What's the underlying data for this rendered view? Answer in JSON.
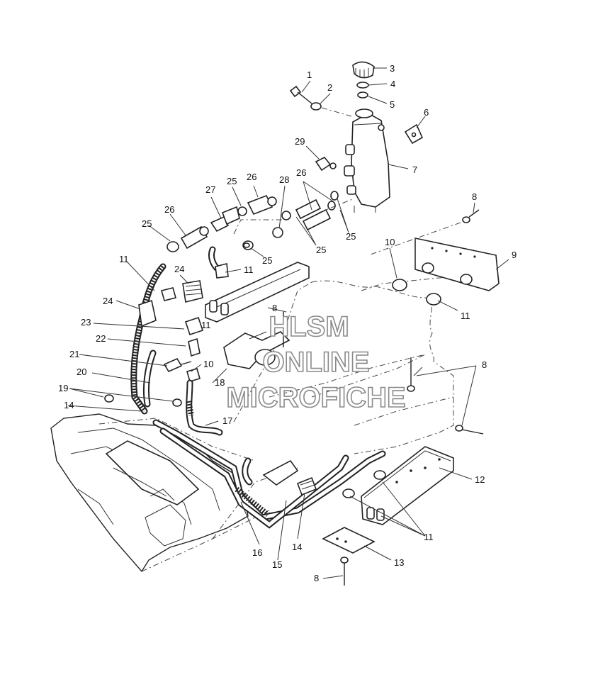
{
  "watermark": {
    "line1": "HLSM",
    "line2": "ONLINE",
    "line3": "MICROFICHE"
  },
  "callouts": [
    {
      "id": "c1",
      "text": "1"
    },
    {
      "id": "c2",
      "text": "2"
    },
    {
      "id": "c3",
      "text": "3"
    },
    {
      "id": "c4",
      "text": "4"
    },
    {
      "id": "c5",
      "text": "5"
    },
    {
      "id": "c6",
      "text": "6"
    },
    {
      "id": "c7",
      "text": "7"
    },
    {
      "id": "c8a",
      "text": "8"
    },
    {
      "id": "c9",
      "text": "9"
    },
    {
      "id": "c10a",
      "text": "10"
    },
    {
      "id": "c11a",
      "text": "11"
    },
    {
      "id": "c29",
      "text": "29"
    },
    {
      "id": "c26a",
      "text": "26"
    },
    {
      "id": "c28",
      "text": "28"
    },
    {
      "id": "c26b",
      "text": "26"
    },
    {
      "id": "c25a",
      "text": "25"
    },
    {
      "id": "c27",
      "text": "27"
    },
    {
      "id": "c26c",
      "text": "26"
    },
    {
      "id": "c25b",
      "text": "25"
    },
    {
      "id": "c25c",
      "text": "25"
    },
    {
      "id": "c25d",
      "text": "25"
    },
    {
      "id": "c25e",
      "text": "25"
    },
    {
      "id": "c11b",
      "text": "11"
    },
    {
      "id": "c24a",
      "text": "24"
    },
    {
      "id": "c11c",
      "text": "11"
    },
    {
      "id": "c24b",
      "text": "24"
    },
    {
      "id": "c8b",
      "text": "8"
    },
    {
      "id": "c11d",
      "text": "11"
    },
    {
      "id": "c23",
      "text": "23"
    },
    {
      "id": "c22",
      "text": "22"
    },
    {
      "id": "c21",
      "text": "21"
    },
    {
      "id": "c10b",
      "text": "10"
    },
    {
      "id": "c8c",
      "text": "8"
    },
    {
      "id": "c20",
      "text": "20"
    },
    {
      "id": "c18",
      "text": "18"
    },
    {
      "id": "c19",
      "text": "19"
    },
    {
      "id": "c14a",
      "text": "14"
    },
    {
      "id": "c17",
      "text": "17"
    },
    {
      "id": "c12",
      "text": "12"
    },
    {
      "id": "c11e",
      "text": "11"
    },
    {
      "id": "c14b",
      "text": "14"
    },
    {
      "id": "c16",
      "text": "16"
    },
    {
      "id": "c15",
      "text": "15"
    },
    {
      "id": "c13",
      "text": "13"
    },
    {
      "id": "c8d",
      "text": "8"
    }
  ]
}
